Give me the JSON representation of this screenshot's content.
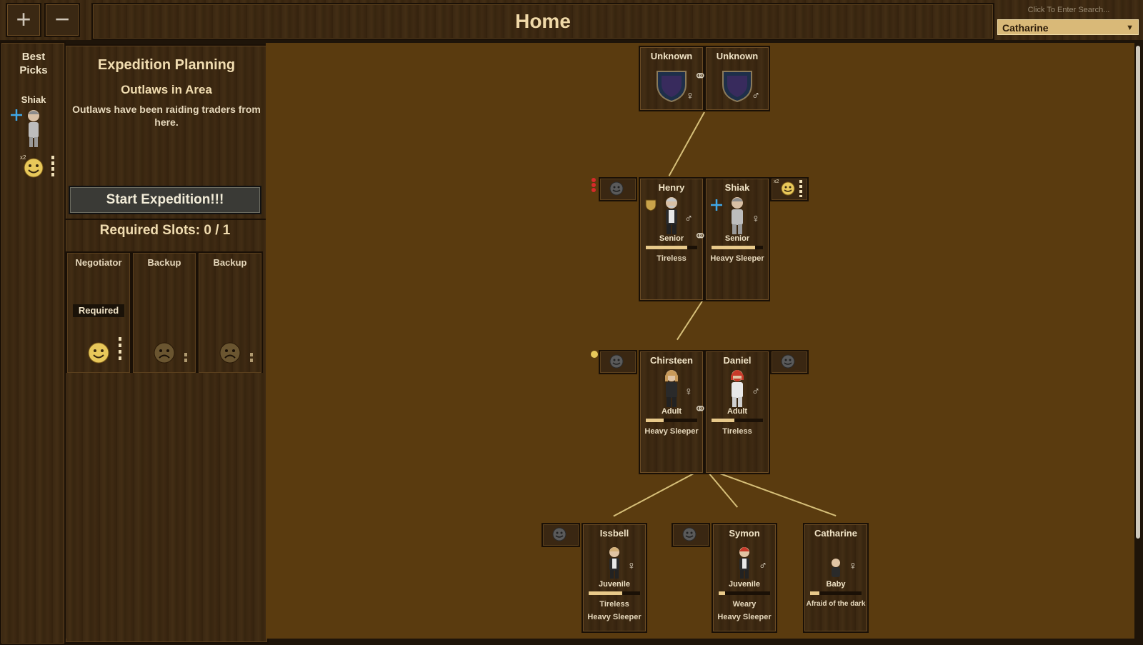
{
  "topbar": {
    "zoom_in": "+",
    "zoom_out": "−",
    "title": "Home",
    "search_hint": "Click To Enter Search...",
    "search_value": "Catharine"
  },
  "sidebar": {
    "title_line1": "Best",
    "title_line2": "Picks",
    "pick_name": "Shiak",
    "pick_badge": "x2"
  },
  "panel": {
    "title": "Expedition Planning",
    "subtitle": "Outlaws in Area",
    "description": "Outlaws have been raiding traders from here.",
    "start_button": "Start Expedition!!!",
    "required_slots": "Required Slots: 0 / 1",
    "slots": [
      {
        "label": "Negotiator",
        "tag": "Required"
      },
      {
        "label": "Backup"
      },
      {
        "label": "Backup"
      }
    ]
  },
  "tree": {
    "unknown1": {
      "name": "Unknown"
    },
    "unknown2": {
      "name": "Unknown"
    },
    "henry": {
      "name": "Henry",
      "age": "Senior",
      "trait1": "Tireless",
      "health": 0.8
    },
    "shiak": {
      "name": "Shiak",
      "age": "Senior",
      "trait1": "Heavy Sleeper",
      "health": 0.85,
      "badge": "x2"
    },
    "chirsteen": {
      "name": "Chirsteen",
      "age": "Adult",
      "trait1": "Heavy Sleeper",
      "health": 0.35
    },
    "daniel": {
      "name": "Daniel",
      "age": "Adult",
      "trait1": "Tireless",
      "health": 0.45
    },
    "issbell": {
      "name": "Issbell",
      "age": "Juvenile",
      "trait1": "Tireless",
      "trait2": "Heavy Sleeper",
      "health": 0.65
    },
    "symon": {
      "name": "Symon",
      "age": "Juvenile",
      "trait1": "Weary",
      "trait2": "Heavy Sleeper",
      "health": 0.12
    },
    "catharine": {
      "name": "Catharine",
      "age": "Baby",
      "trait1": "Afraid of the dark",
      "health": 0.18
    }
  },
  "symbols": {
    "female": "♀",
    "male": "♂",
    "rings": "⚭"
  }
}
